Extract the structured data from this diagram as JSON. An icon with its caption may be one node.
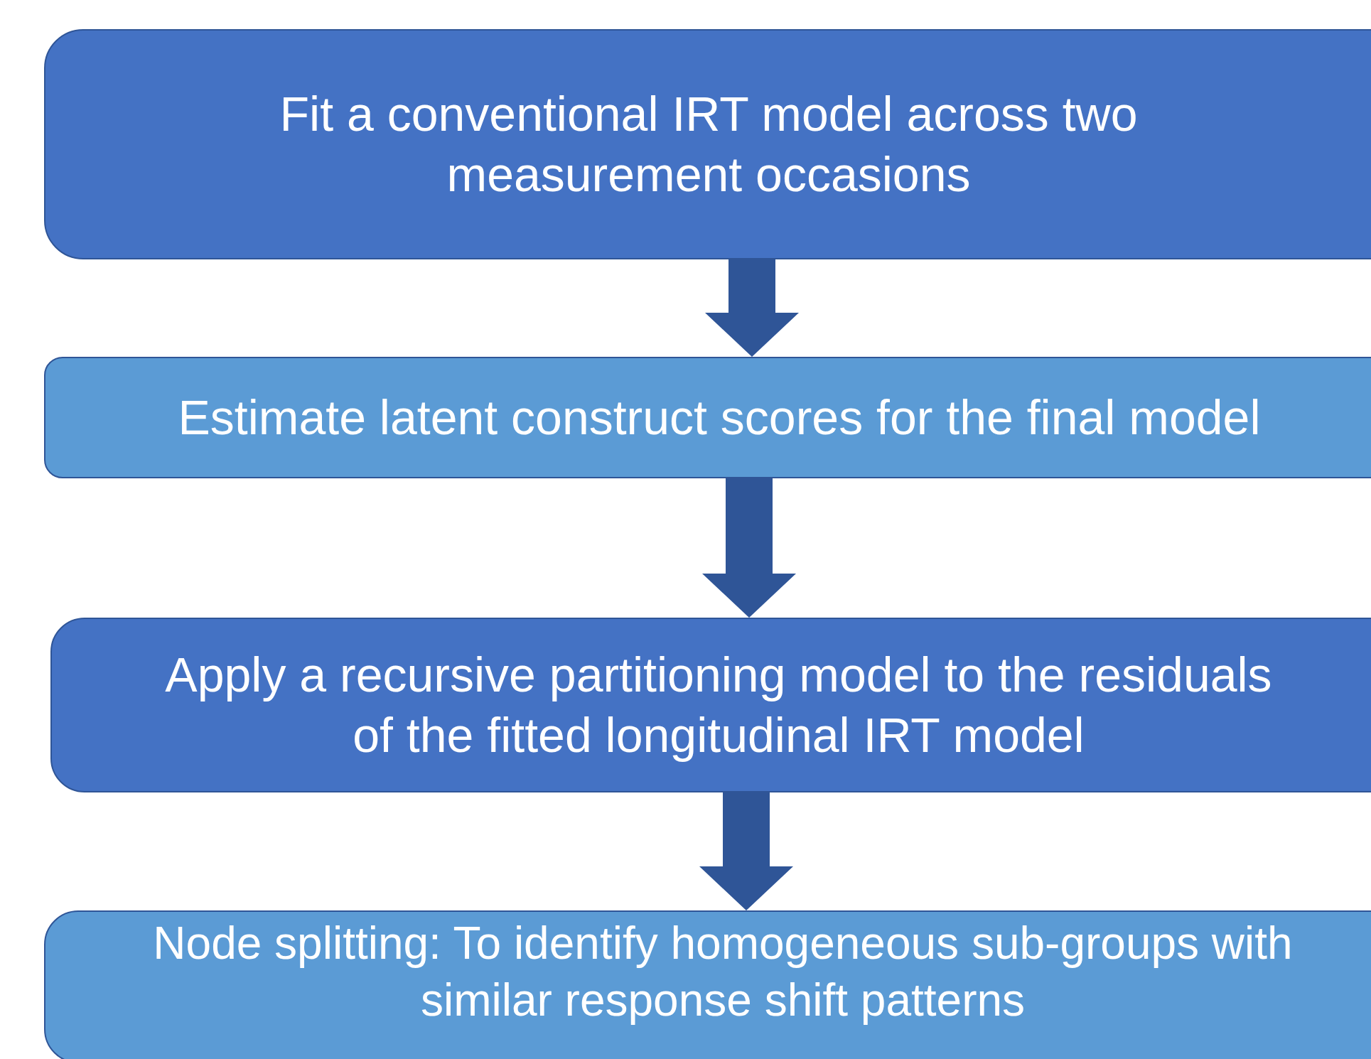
{
  "diagram": {
    "nodes": [
      {
        "text": [
          "Fit a conventional IRT model across two measurement occasions"
        ]
      },
      {
        "text": [
          "Estimate latent construct scores for the final model"
        ]
      },
      {
        "text": [
          "Apply a recursive partitioning model to the residuals of the fitted longitudinal IRT model"
        ]
      },
      {
        "text": [
          "Node splitting: To identify homogeneous sub-groups with similar response shift patterns"
        ]
      }
    ],
    "edges": [
      {
        "from": 0,
        "to": 1,
        "arrow": "to",
        "style": "thick"
      },
      {
        "from": 1,
        "to": 2,
        "arrow": "to",
        "style": "thick"
      },
      {
        "from": 2,
        "to": 3,
        "arrow": "to",
        "style": "thick"
      }
    ]
  }
}
